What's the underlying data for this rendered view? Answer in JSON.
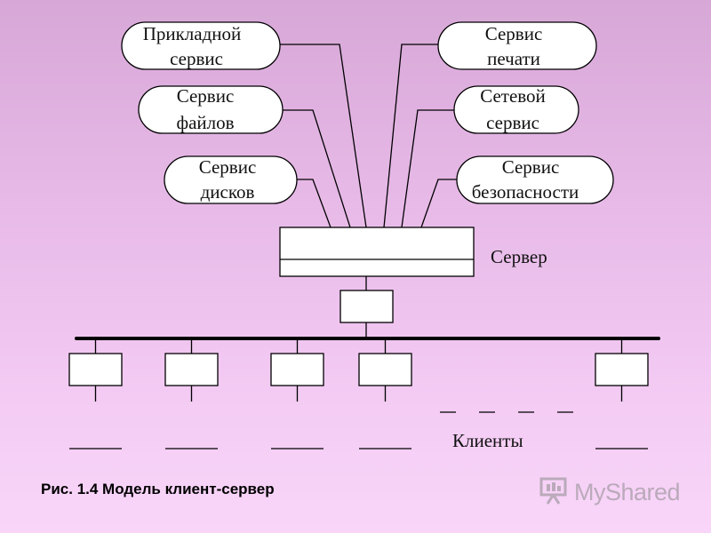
{
  "diagram": {
    "services_left": [
      {
        "id": "applied",
        "lines": [
          "Прикладной",
          "сервис"
        ]
      },
      {
        "id": "files",
        "lines": [
          "Сервис",
          "файлов"
        ]
      },
      {
        "id": "disks",
        "lines": [
          "Сервис",
          "дисков"
        ]
      }
    ],
    "services_right": [
      {
        "id": "print",
        "lines": [
          "Сервис",
          "печати"
        ]
      },
      {
        "id": "network",
        "lines": [
          "Сетевой",
          "сервис"
        ]
      },
      {
        "id": "security",
        "lines": [
          "Сервис",
          "безопасности"
        ]
      }
    ],
    "server_label": "Сервер",
    "clients_label": "Клиенты",
    "client_count": 5
  },
  "caption": "Рис. 1.4 Модель клиент-сервер",
  "watermark": {
    "text": "MyShared",
    "icon": "presentation-board-icon"
  },
  "colors": {
    "background_top": "#d7a8d7",
    "background_bottom": "#f9d6f9",
    "stroke": "#000000",
    "box_fill": "#ffffff"
  }
}
